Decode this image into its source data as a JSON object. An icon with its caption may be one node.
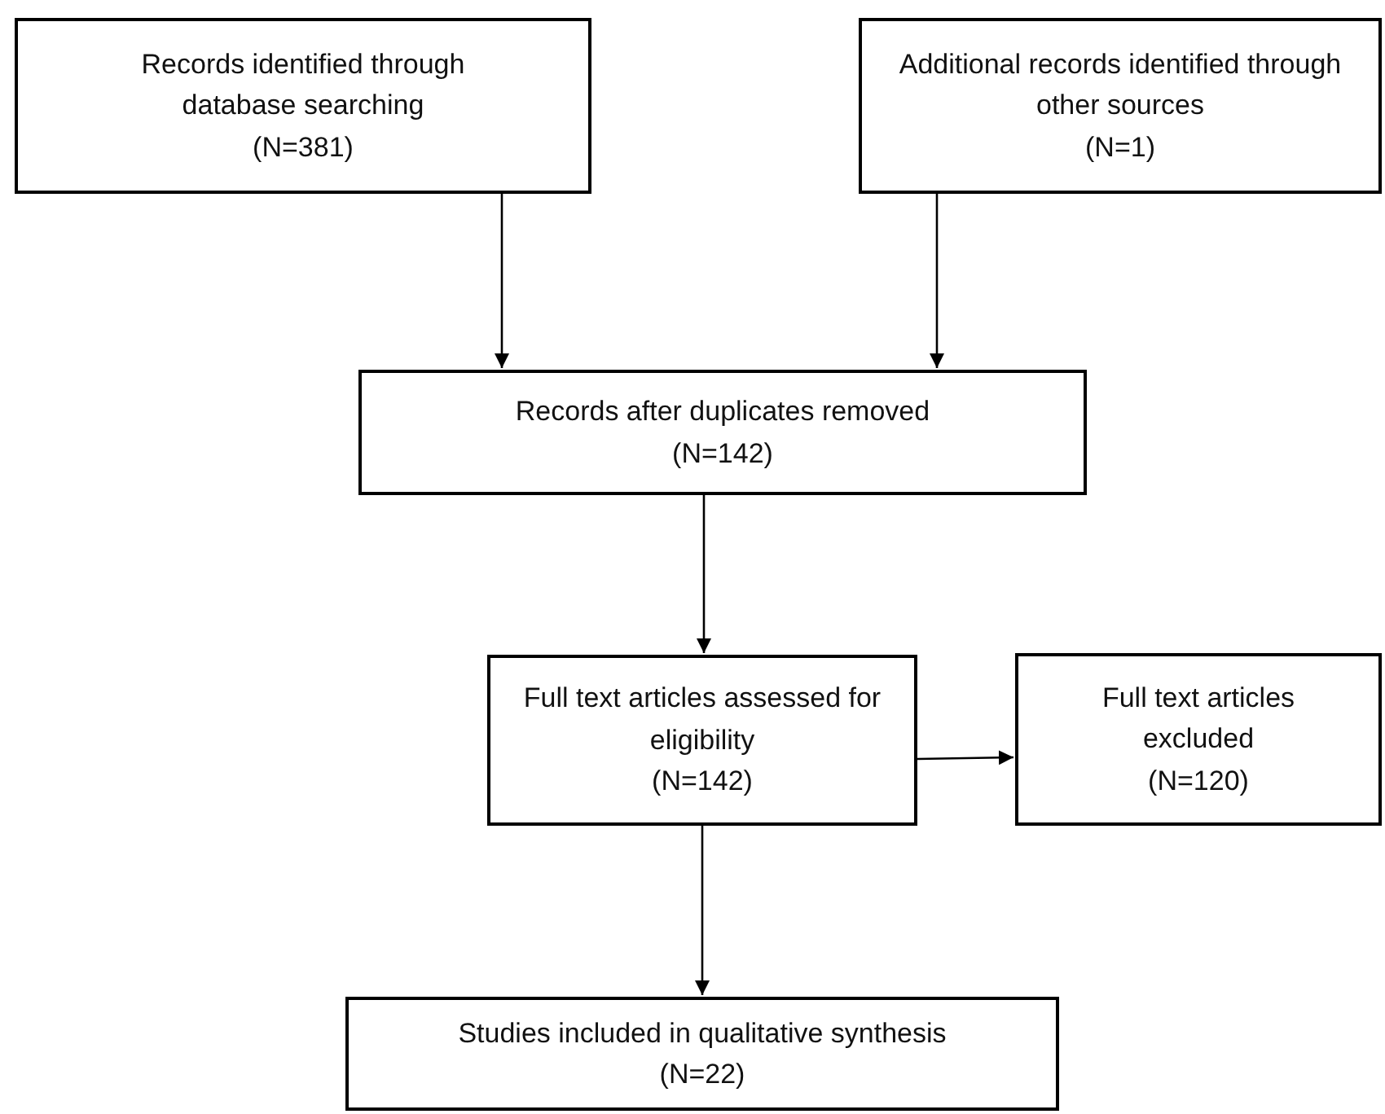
{
  "diagram": {
    "nodes": [
      {
        "text": [
          "Records identified through database searching",
          "(N=381)"
        ]
      },
      {
        "text": [
          "Additional records identified through other sources",
          "(N=1)"
        ]
      },
      {
        "text": [
          "Records after duplicates removed",
          "(N=142)"
        ]
      },
      {
        "text": [
          "Full text articles assessed for eligibility",
          "(N=142)"
        ]
      },
      {
        "text": [
          "Full text articles excluded",
          "(N=120)"
        ]
      },
      {
        "text": [
          "Studies included in qualitative synthesis",
          "(N=22)"
        ]
      }
    ],
    "edges": [
      {
        "from": 0,
        "to": 2,
        "arrow": "to"
      },
      {
        "from": 1,
        "to": 2,
        "arrow": "to"
      },
      {
        "from": 2,
        "to": 3,
        "arrow": "to"
      },
      {
        "from": 3,
        "to": 4,
        "arrow": "to"
      },
      {
        "from": 3,
        "to": 5,
        "arrow": "to"
      }
    ]
  }
}
